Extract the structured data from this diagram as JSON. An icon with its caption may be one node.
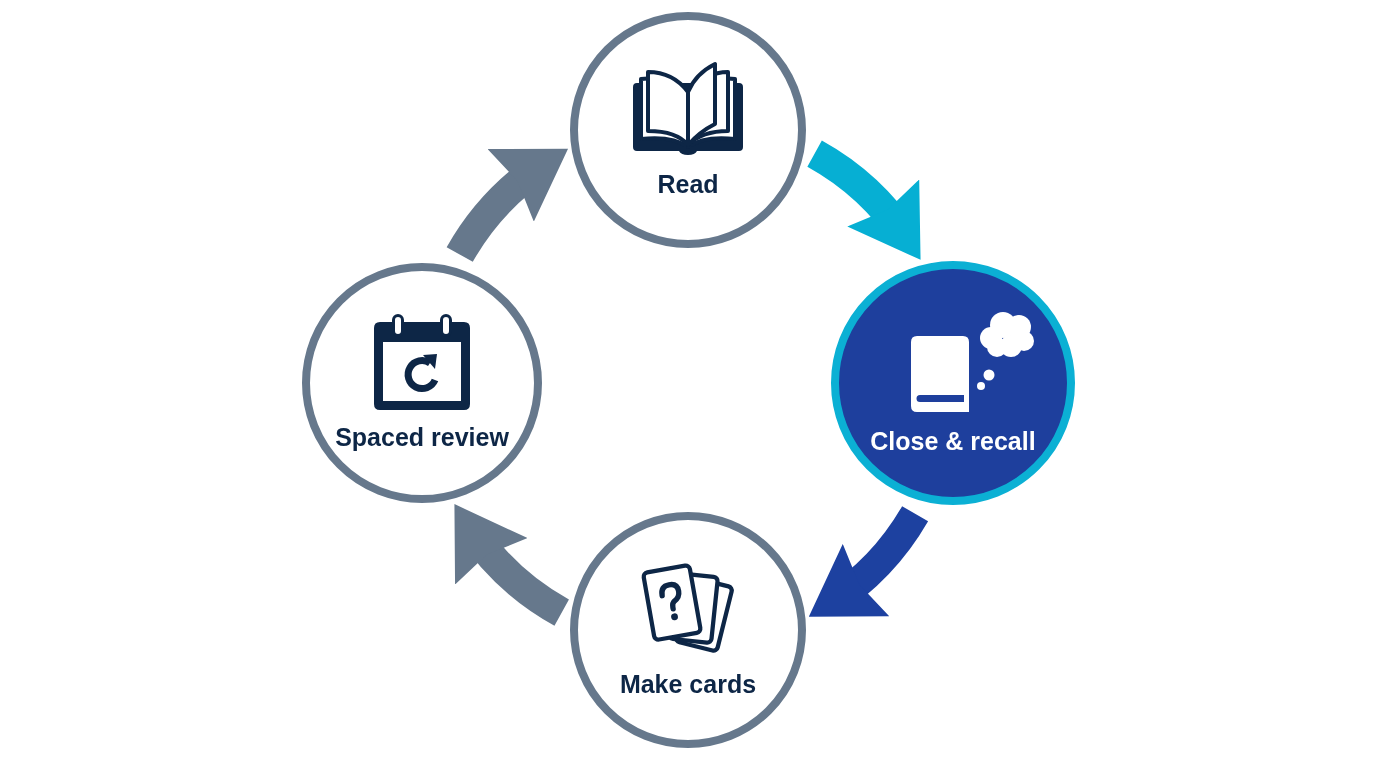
{
  "diagram": {
    "nodes": [
      {
        "text": [
          "Read"
        ]
      },
      {
        "text": [
          "Close & recall"
        ]
      },
      {
        "text": [
          "Make cards"
        ]
      },
      {
        "text": [
          "Spaced review"
        ]
      }
    ],
    "edges": [
      {
        "from": 0,
        "to": 1,
        "arrow": "to",
        "color": "#06afd3"
      },
      {
        "from": 1,
        "to": 2,
        "arrow": "to",
        "color": "#1d41a0"
      },
      {
        "from": 2,
        "to": 3,
        "arrow": "to"
      },
      {
        "from": 3,
        "to": 0,
        "arrow": "to"
      }
    ]
  }
}
